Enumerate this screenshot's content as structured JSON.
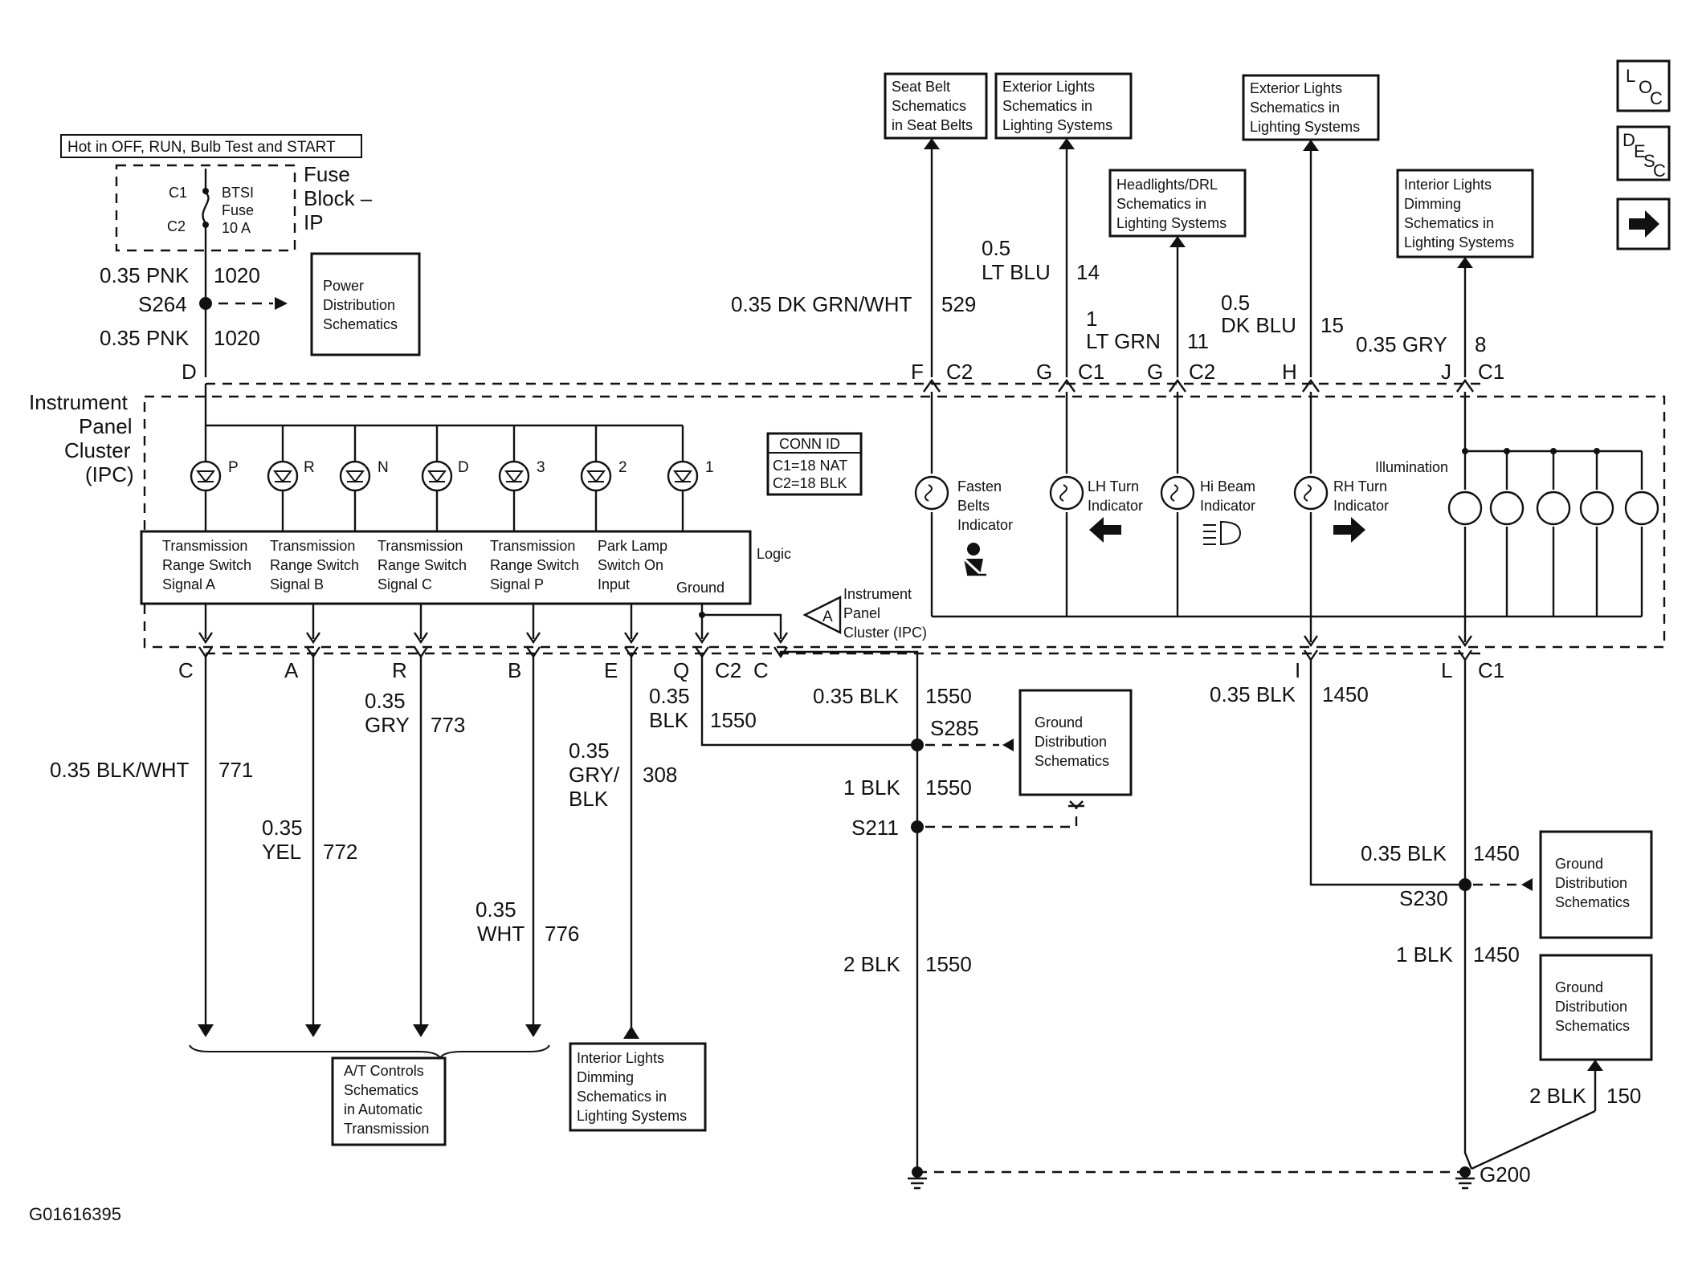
{
  "diagram_id": "G01616395",
  "hot_label": "Hot in OFF, RUN, Bulb Test and START",
  "fuse": {
    "c1": "C1",
    "c2": "C2",
    "name_lines": [
      "BTSI",
      "Fuse",
      "10 A"
    ],
    "block_lines": [
      "Fuse",
      "Block –",
      "IP"
    ]
  },
  "power_wire": {
    "top_size": "0.35 PNK",
    "top_circuit": "1020",
    "splice": "S264",
    "bottom_size": "0.35 PNK",
    "bottom_circuit": "1020",
    "pin": "D"
  },
  "refs": {
    "power_dist": [
      "Power",
      "Distribution",
      "Schematics"
    ],
    "seat_belt": [
      "Seat Belt",
      "Schematics",
      "in Seat Belts"
    ],
    "ext_lights_1": [
      "Exterior Lights",
      "Schematics in",
      "Lighting Systems"
    ],
    "headlights": [
      "Headlights/DRL",
      "Schematics in",
      "Lighting Systems"
    ],
    "ext_lights_2": [
      "Exterior Lights",
      "Schematics in",
      "Lighting Systems"
    ],
    "interior_dim_top": [
      "Interior Lights",
      "Dimming",
      "Schematics in",
      "Lighting Systems"
    ],
    "ground_dist_1": [
      "Ground",
      "Distribution",
      "Schematics"
    ],
    "ground_dist_2": [
      "Ground",
      "Distribution",
      "Schematics"
    ],
    "ground_dist_3": [
      "Ground",
      "Distribution",
      "Schematics"
    ],
    "at_controls": [
      "A/T Controls",
      "Schematics",
      "in Automatic",
      "Transmission"
    ],
    "interior_dim_bottom": [
      "Interior Lights",
      "Dimming",
      "Schematics in",
      "Lighting Systems"
    ]
  },
  "nav_icons": {
    "loc": [
      "L",
      "O",
      "C"
    ],
    "desc": [
      "D",
      "E",
      "S",
      "C"
    ],
    "arrow": "➔"
  },
  "top_wires": {
    "f": {
      "size": "0.35 DK GRN/WHT",
      "circuit": "529",
      "pin": "F",
      "conn": "C2"
    },
    "g1": {
      "size_1": "0.5",
      "size_2": "LT BLU",
      "circuit": "14",
      "pin": "G",
      "conn": "C1"
    },
    "g2": {
      "size_1": "1",
      "size_2": "LT GRN",
      "circuit": "11",
      "pin": "G",
      "conn": "C2"
    },
    "h": {
      "size_1": "0.5",
      "size_2": "DK BLU",
      "circuit": "15",
      "pin": "H"
    },
    "j": {
      "size": "0.35 GRY",
      "circuit": "8",
      "pin": "J",
      "conn": "C1"
    }
  },
  "ipc": {
    "title_lines": [
      "Instrument",
      "Panel",
      "Cluster",
      "(IPC)"
    ],
    "conn_id_title": "CONN ID",
    "conn_id_lines": [
      "C1=18 NAT",
      "C2=18 BLK"
    ],
    "prndl": [
      "P",
      "R",
      "N",
      "D",
      "3",
      "2",
      "1"
    ],
    "logic_cols": [
      [
        "Transmission",
        "Range Switch",
        "Signal A"
      ],
      [
        "Transmission",
        "Range Switch",
        "Signal B"
      ],
      [
        "Transmission",
        "Range Switch",
        "Signal C"
      ],
      [
        "Transmission",
        "Range Switch",
        "Signal P"
      ],
      [
        "Park Lamp",
        "Switch On",
        "Input"
      ]
    ],
    "logic_ground": "Ground",
    "logic_label": "Logic",
    "ipc_ref": [
      "Instrument",
      "Panel",
      "Cluster (IPC)"
    ],
    "ipc_ref_letter": "A",
    "fasten_belts": [
      "Fasten",
      "Belts",
      "Indicator"
    ],
    "lh_turn": [
      "LH Turn",
      "Indicator"
    ],
    "hi_beam": [
      "Hi Beam",
      "Indicator"
    ],
    "rh_turn": [
      "RH Turn",
      "Indicator"
    ],
    "illumination": "Illumination"
  },
  "bottom_pins": {
    "c": "C",
    "a": "A",
    "r": "R",
    "b": "B",
    "e": "E",
    "q": "Q",
    "c2": "C2",
    "c_g": "C",
    "i": "I",
    "l": "L",
    "c1": "C1"
  },
  "bottom_wires": {
    "w771": {
      "size": "0.35 BLK/WHT",
      "circuit": "771"
    },
    "w772": {
      "size_1": "0.35",
      "size_2": "YEL",
      "circuit": "772"
    },
    "w773": {
      "size_1": "0.35",
      "size_2": "GRY",
      "circuit": "773"
    },
    "w776": {
      "size_1": "0.35",
      "size_2": "WHT",
      "circuit": "776"
    },
    "w308": {
      "size_1": "0.35",
      "size_2": "GRY/",
      "size_3": "BLK",
      "circuit": "308"
    },
    "wq": {
      "size_1": "0.35",
      "size_2": "BLK",
      "circuit": "1550"
    },
    "wc": {
      "size": "0.35 BLK",
      "circuit": "1550"
    },
    "s285": "S285",
    "w1blk": {
      "size": "1 BLK",
      "circuit": "1550"
    },
    "s211": "S211",
    "w2blk": {
      "size": "2 BLK",
      "circuit": "1550"
    },
    "wi": {
      "size": "0.35 BLK",
      "circuit": "1450"
    },
    "wl": {
      "size": "0.35 BLK",
      "circuit": "1450"
    },
    "s230": "S230",
    "w1blk_r": {
      "size": "1 BLK",
      "circuit": "1450"
    },
    "w2blk_r": {
      "size": "2 BLK",
      "circuit": "150"
    },
    "g200": "G200"
  }
}
